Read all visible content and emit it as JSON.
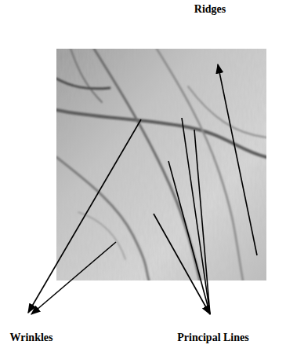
{
  "diagram": {
    "labels": [
      "Ridges",
      "Wrinkles",
      "Principal Lines"
    ]
  }
}
